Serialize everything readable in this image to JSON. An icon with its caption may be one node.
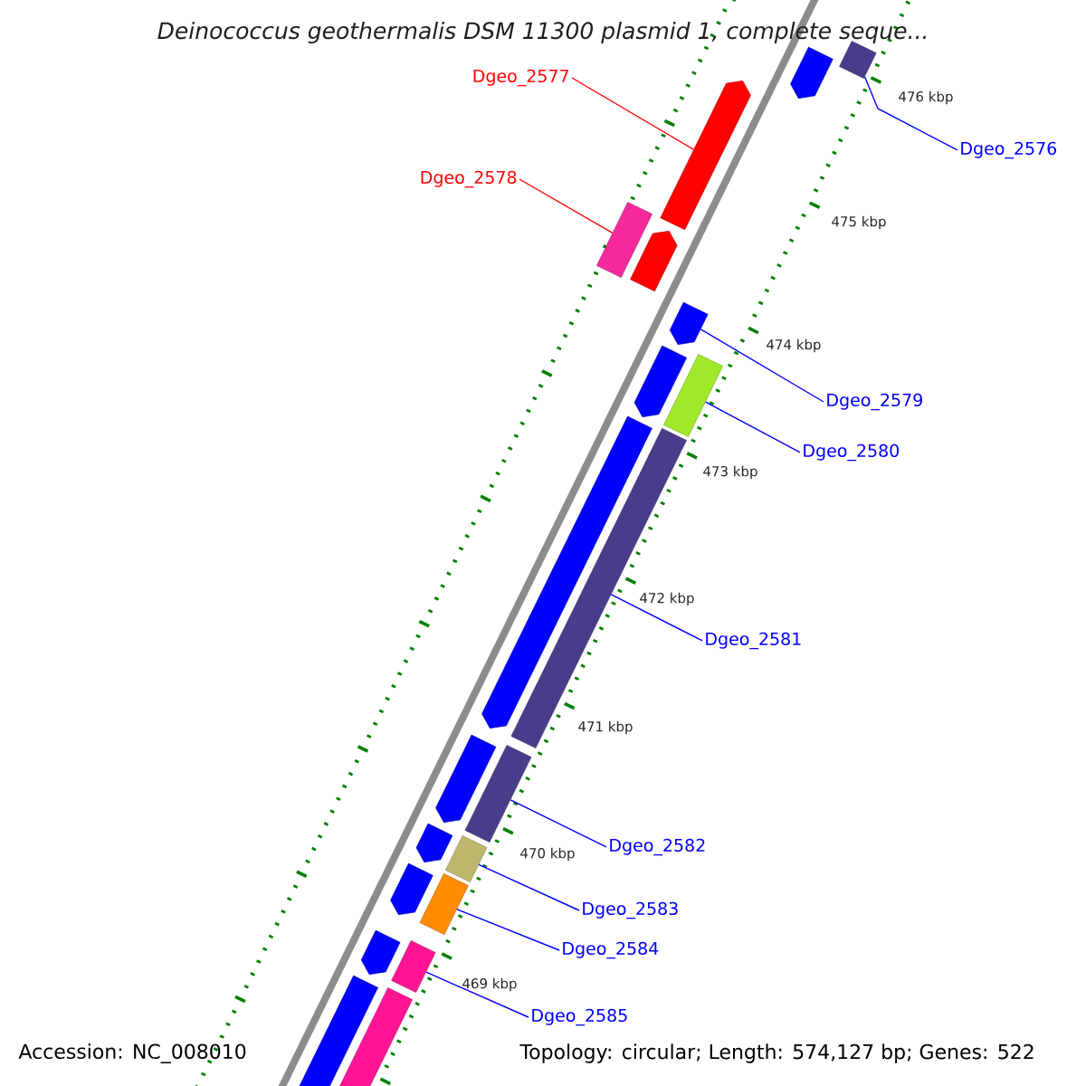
{
  "diagram": {
    "title": "Deinococcus geothermalis DSM 11300 plasmid 1, complete seque...",
    "nodes": [
      {
        "text": [
          "Dgeo_2577"
        ]
      },
      {
        "text": [
          "Dgeo_2576"
        ]
      },
      {
        "text": [
          "Dgeo_2578"
        ]
      },
      {
        "text": [
          "Dgeo_2579"
        ]
      },
      {
        "text": [
          "Dgeo_2580"
        ]
      },
      {
        "text": [
          "Dgeo_2581"
        ]
      },
      {
        "text": [
          "Dgeo_2582"
        ]
      },
      {
        "text": [
          "Dgeo_2583"
        ]
      },
      {
        "text": [
          "Dgeo_2584"
        ]
      },
      {
        "text": [
          "Dgeo_2585"
        ]
      },
      {
        "text": [],
        "shape": "pentagon"
      },
      {
        "text": [],
        "shape": "bar"
      },
      {
        "text": [],
        "shape": "pentagon"
      },
      {
        "text": [],
        "shape": "bar"
      },
      {
        "text": [],
        "shape": "pentagon"
      },
      {
        "text": [],
        "shape": "pentagon"
      },
      {
        "text": [],
        "shape": "pentagon"
      },
      {
        "text": [],
        "shape": "bar"
      },
      {
        "text": [],
        "shape": "pentagon"
      },
      {
        "text": [],
        "shape": "bar"
      },
      {
        "text": [],
        "shape": "pentagon"
      },
      {
        "text": [],
        "shape": "bar"
      },
      {
        "text": [],
        "shape": "pentagon"
      },
      {
        "text": [],
        "shape": "bar"
      },
      {
        "text": [],
        "shape": "pentagon"
      },
      {
        "text": [],
        "shape": "bar"
      },
      {
        "text": [],
        "shape": "pentagon"
      },
      {
        "text": [],
        "shape": "bar"
      },
      {
        "text": [],
        "shape": "pentagon"
      },
      {
        "text": [],
        "shape": "bar"
      }
    ],
    "edges": [
      {
        "from": 0,
        "to": 12,
        "arrow": "none",
        "color": "#ff0000"
      },
      {
        "from": 1,
        "to": 11,
        "arrow": "none"
      },
      {
        "from": 2,
        "to": 13,
        "arrow": "none",
        "color": "#ff0000"
      },
      {
        "from": 3,
        "to": 15,
        "arrow": "none"
      },
      {
        "from": 4,
        "to": 17,
        "arrow": "none"
      },
      {
        "from": 5,
        "to": 19,
        "arrow": "none"
      },
      {
        "from": 6,
        "to": 21,
        "arrow": "none"
      },
      {
        "from": 7,
        "to": 23,
        "arrow": "none"
      },
      {
        "from": 8,
        "to": 25,
        "arrow": "none"
      },
      {
        "from": 9,
        "to": 27,
        "arrow": "none"
      }
    ],
    "labels": [
      "476 kbp",
      "475 kbp",
      "474 kbp",
      "473 kbp",
      "472 kbp",
      "471 kbp",
      "470 kbp",
      "469 kbp",
      "Accession: NC_008010",
      "Topology: circular; Length: 574,127 bp; Genes: 522"
    ]
  }
}
